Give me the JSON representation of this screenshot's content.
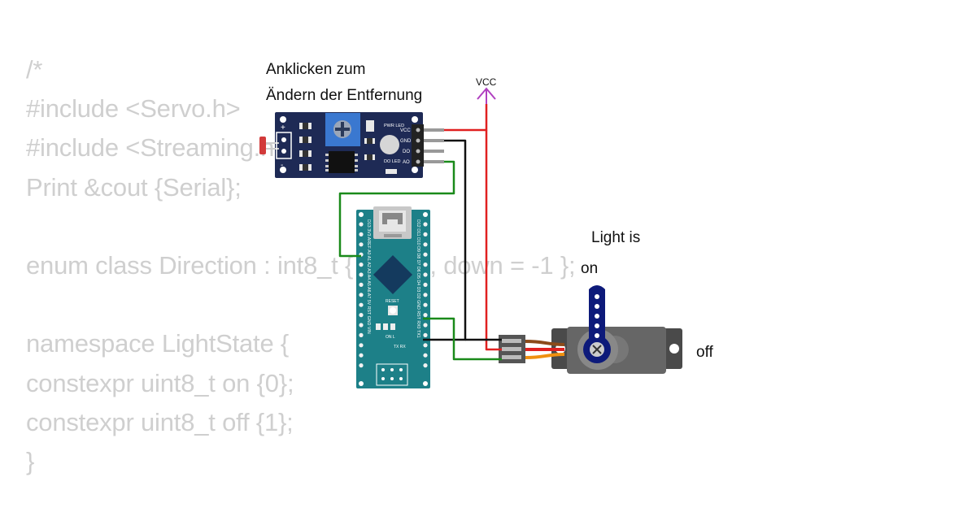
{
  "code_background": {
    "lines": [
      "/*",
      "#include <Servo.h>",
      "#include <Streaming.h>",
      "Print &cout {Serial};",
      "",
      "enum class Direction : int8_t { up = 1, down = -1 };",
      "",
      "namespace LightState {",
      "constexpr uint8_t on {0};",
      "constexpr uint8_t off {1};",
      "}"
    ]
  },
  "labels": {
    "click_line1": "Anklicken zum",
    "click_line2": "Ändern der Entfernung",
    "light_is": "Light is",
    "light_on": "on",
    "light_off": "off",
    "vcc": "VCC"
  },
  "sensor_module": {
    "pin_labels": [
      "VCC",
      "GND",
      "DO",
      "AO"
    ],
    "pwr_led_label": "PWR LED",
    "do_led_label": "DO LED",
    "plus": "+",
    "minus": "-"
  },
  "arduino_nano": {
    "left_pins": "D13 3V3 AREF A0 A1 A2 A3 A4 A5 A6 A7 5V RST GND VIN",
    "right_pins": "D12 D11 D10 D9 D8 D7 D6 D5 D4 D3 D2 GND RST RX0 TX1",
    "reset_label": "RESET",
    "on_label": "ON L",
    "txrx_label": "TX RX"
  },
  "colors": {
    "wire_vcc": "#e02020",
    "wire_gnd": "#111111",
    "wire_signal": "#1a8a1a",
    "vcc_marker": "#b040c0",
    "board_blue": "#1e2a55",
    "nano_teal": "#1d8088",
    "servo_grey": "#555555",
    "servo_horn": "#0d1a7a"
  }
}
